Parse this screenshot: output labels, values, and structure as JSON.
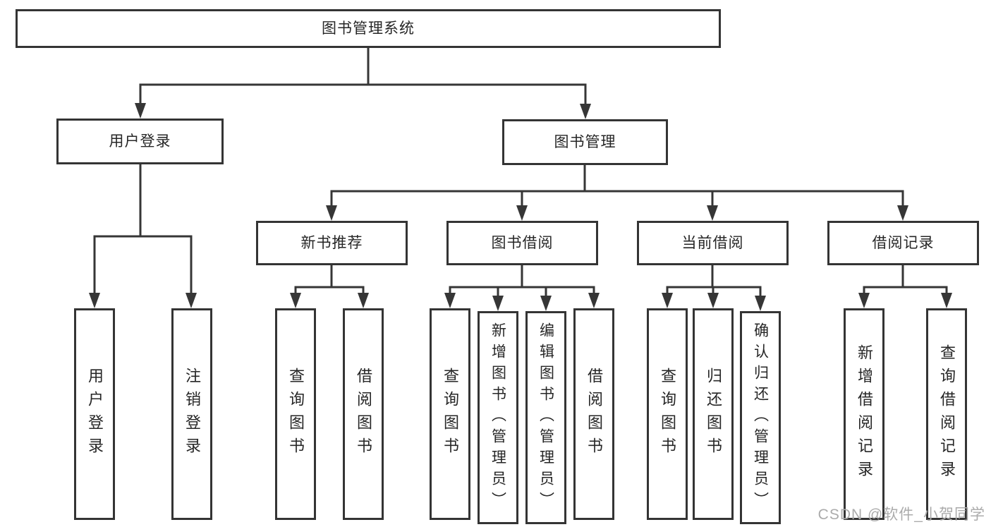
{
  "tree": {
    "root": {
      "label": "图书管理系统"
    },
    "branches": [
      {
        "label": "用户登录",
        "children": [
          {
            "label": "用户登录"
          },
          {
            "label": "注销登录"
          }
        ]
      },
      {
        "label": "图书管理",
        "children": [
          {
            "label": "新书推荐",
            "children": [
              {
                "label": "查询图书"
              },
              {
                "label": "借阅图书"
              }
            ]
          },
          {
            "label": "图书借阅",
            "children": [
              {
                "label": "查询图书"
              },
              {
                "label": "新增图书（管理员）"
              },
              {
                "label": "编辑图书（管理员）"
              },
              {
                "label": "借阅图书"
              }
            ]
          },
          {
            "label": "当前借阅",
            "children": [
              {
                "label": "查询图书"
              },
              {
                "label": "归还图书"
              },
              {
                "label": "确认归还（管理员）"
              }
            ]
          },
          {
            "label": "借阅记录",
            "children": [
              {
                "label": "新增借阅记录"
              },
              {
                "label": "查询借阅记录"
              }
            ]
          }
        ]
      }
    ]
  },
  "watermark": "CSDN @软件_小贺同学",
  "colors": {
    "line": "#363636",
    "box_border": "#343434",
    "text": "#262626",
    "watermark_text": "#ababab",
    "background": "#ffffff"
  }
}
